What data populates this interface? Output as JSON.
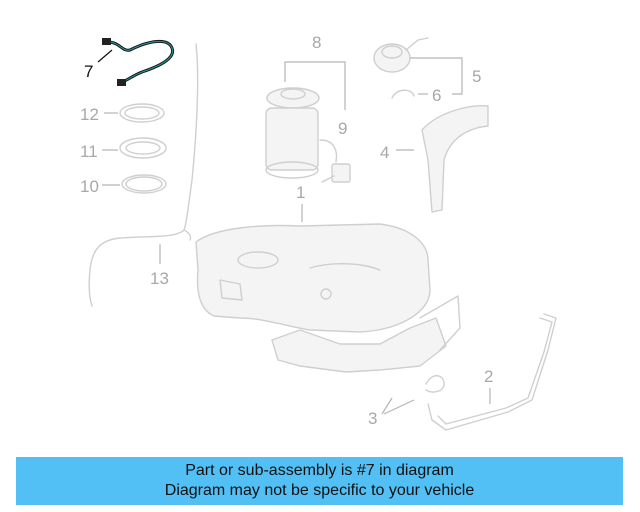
{
  "callouts": {
    "c1": "1",
    "c2": "2",
    "c3": "3",
    "c4": "4",
    "c5": "5",
    "c6": "6",
    "c7": "7",
    "c8": "8",
    "c9": "9",
    "c10": "10",
    "c11": "11",
    "c12": "12",
    "c13": "13"
  },
  "highlight_color": "#111111",
  "part_color": "#cfcfcf",
  "banner": {
    "line1": "Part or sub-assembly is #7 in diagram",
    "line2": "Diagram may not be specific to your vehicle",
    "background": "#52bff5"
  }
}
